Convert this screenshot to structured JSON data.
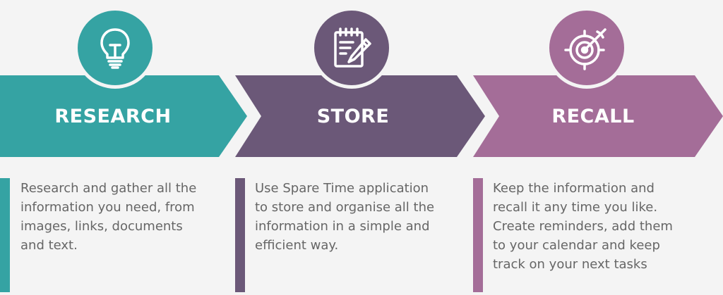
{
  "steps": [
    {
      "title": "RESEARCH",
      "icon": "lightbulb-icon",
      "color": "#35a3a3",
      "description": "Research and gather all the\ninformation you need, from\nimages, links, documents\nand text."
    },
    {
      "title": "STORE",
      "icon": "notepad-pencil-icon",
      "color": "#6b5878",
      "description": "Use Spare Time application\nto store and organise all the\ninformation in a simple and\nefficient way."
    },
    {
      "title": "RECALL",
      "icon": "target-arrow-icon",
      "color": "#a46d98",
      "description": "Keep the information and\nrecall it any time you like.\nCreate reminders, add them\nto your calendar and keep\ntrack on your next tasks"
    }
  ]
}
